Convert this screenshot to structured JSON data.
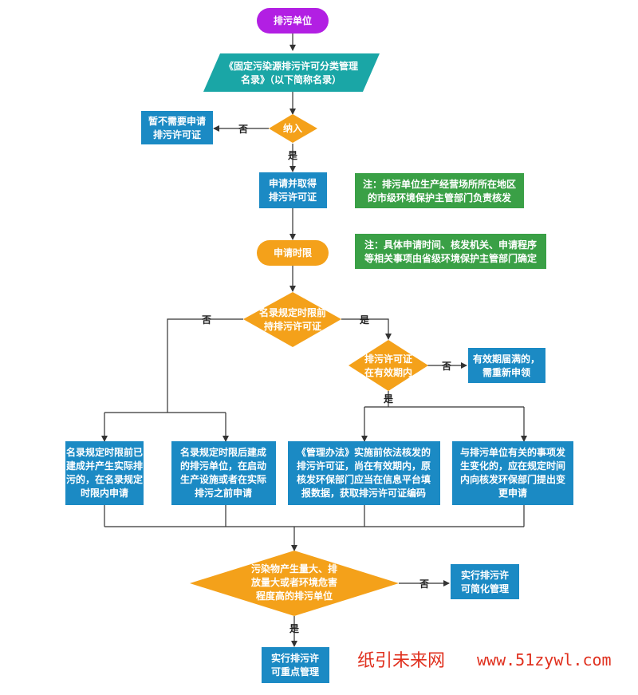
{
  "colors": {
    "purple": "#b21fe3",
    "teal": "#1aa6a6",
    "orange": "#f4a11a",
    "blue": "#1b8ac4",
    "green": "#3aa046",
    "line": "#333333",
    "watermark": "#e0301e"
  },
  "nodes": {
    "start": [
      "排污单位"
    ],
    "catalog": [
      "《固定污染源排污许可分类管理",
      "名录》（以下简称名录）"
    ],
    "include": [
      "纳入"
    ],
    "no_need": [
      "暂不需要申请",
      "排污许可证"
    ],
    "apply": [
      "申请并取得",
      "排污许可证"
    ],
    "note1": [
      "注：排污单位生产经营场所所在地区",
      "的市级环境保护主管部门负责核发"
    ],
    "deadline": [
      "申请时限"
    ],
    "note2": [
      "注：具体申请时间、核发机关、申请程序",
      "等相关事项由省级环境保护主管部门确定"
    ],
    "before_deadline": [
      "名录规定时限前",
      "持排污许可证"
    ],
    "valid": [
      "排污许可证",
      "在有效期内"
    ],
    "expired": [
      "有效期届满的，",
      "需重新申领"
    ],
    "box_a": [
      "名录规定时限前已",
      "建成并产生实际排",
      "污的，在名录规定",
      "时限内申请"
    ],
    "box_b": [
      "名录规定时限后建成",
      "的排污单位，在启动",
      "生产设施或者在实际",
      "排污之前申请"
    ],
    "box_c": [
      "《管理办法》实施前依法核发的",
      "排污许可证，尚在有效期内，原",
      "核发环保部门应当在信息平台填",
      "报数据，获取排污许可证编码"
    ],
    "box_d": [
      "与排污单位有关的事项发",
      "生变化的，应在规定时间",
      "内向核发环保部门提出变",
      "更申请"
    ],
    "big_decision": [
      "污染物产生量大、排",
      "放量大或者环境危害",
      "程度高的排污单位"
    ],
    "simplified": [
      "实行排污许",
      "可简化管理"
    ],
    "key": [
      "实行排污许",
      "可重点管理"
    ]
  },
  "edge_labels": {
    "no_include": "否",
    "yes_include": "是",
    "no_before": "否",
    "yes_before": "是",
    "no_valid": "否",
    "yes_valid": "是",
    "no_big": "否",
    "yes_big": "是"
  },
  "watermark": {
    "cn": "纸引未来网",
    "url": "www.51zywl.com"
  }
}
